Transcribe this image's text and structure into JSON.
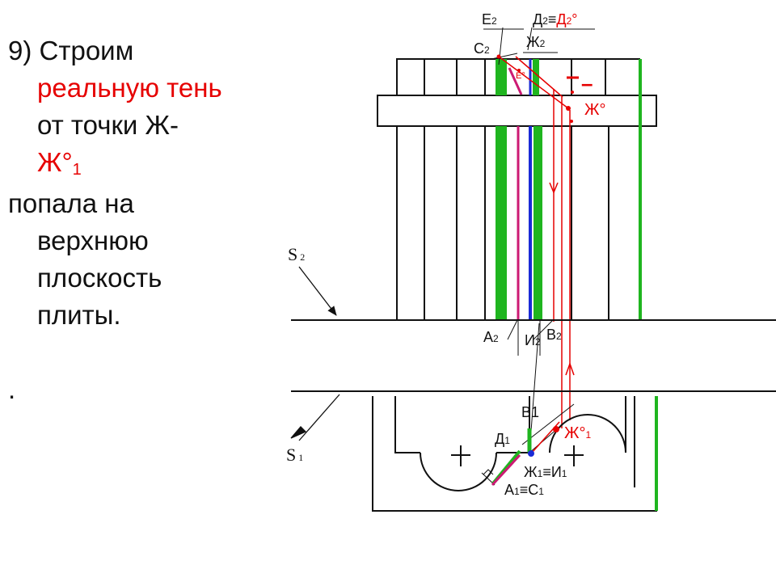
{
  "text": {
    "step_number": "9)",
    "step_verb": "Строим",
    "red_phrase": "реальную тень",
    "from_point": "от точки Ж-",
    "point_red": "Ж°",
    "point_red_sub": "1",
    "landed_1": "попала на",
    "landed_2": "верхнюю",
    "landed_3": "плоскость",
    "landed_4": "плиты.",
    "dot": "."
  },
  "labels": {
    "e2": "Е",
    "e2_sub": "2",
    "d2": "Д",
    "d2_sub": "2",
    "equiv1": "≡",
    "d2o": "Д",
    "d2o_sub": "2",
    "d2o_deg": "°",
    "zh2": "Ж",
    "zh2_sub": "2",
    "c2": "С",
    "c2_sub": "2",
    "e_deg": "Е°",
    "zh_deg": "Ж°",
    "dash": "–",
    "s2": "S",
    "s2_sub": "2",
    "s1": "S",
    "s1_sub": "1",
    "a2": "А",
    "a2_sub": "2",
    "i2": "И",
    "i2_sub": "2",
    "b2": "В",
    "b2_sub": "2",
    "b1": "В1",
    "zh1o": "Ж°",
    "zh1o_sub": "1",
    "d1": "Д",
    "d1_sub": "1",
    "zh1i1": "Ж",
    "zh1_sub": "1",
    "equiv2": "≡",
    "i1": "И",
    "i1_sub": "1",
    "a1c1": "А",
    "a1_sub": "1",
    "equiv3": "≡",
    "c1": "С",
    "c1_sub": "1"
  },
  "colors": {
    "line": "#111111",
    "green": "#1fb51f",
    "blue": "#1a2bd6",
    "magenta": "#cc1a73",
    "red": "#e60000"
  }
}
